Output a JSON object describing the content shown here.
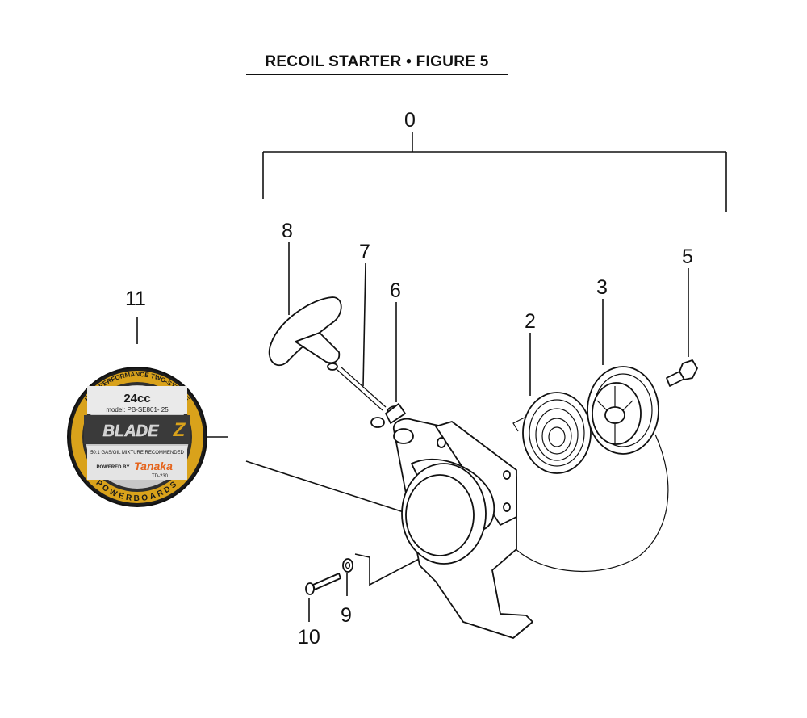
{
  "title": "RECOIL STARTER  •  FIGURE 5",
  "callouts": {
    "c0": "0",
    "c2": "2",
    "c3": "3",
    "c5": "5",
    "c6": "6",
    "c7": "7",
    "c8": "8",
    "c9": "9",
    "c10": "10",
    "c11": "11"
  },
  "label_decal": {
    "ring_top": "HIGH-PERFORMANCE TWO-STROKE",
    "ring_bottom": "POWERBOARDS",
    "displacement": "24cc",
    "model": "model: PB-SE801- 25",
    "brand": "BLADE",
    "brand_z": "Z",
    "mixture": "50:1 GAS/OIL MIXTURE RECOMMENDED",
    "powered_by": "POWERED BY",
    "maker": "Tanaka",
    "engine": "TD-230",
    "colors": {
      "gold": "#d9a21b",
      "dark": "#3a3a3a",
      "orange": "#e5641c",
      "silver": "#c8c8c8"
    }
  }
}
